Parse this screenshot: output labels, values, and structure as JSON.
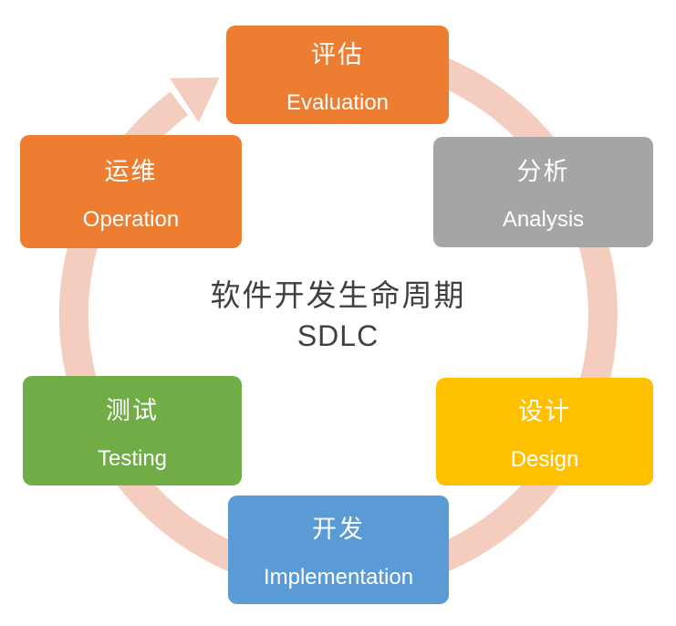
{
  "title": {
    "line1": "软件开发生命周期",
    "line2": "SDLC"
  },
  "colors": {
    "ring": "#F5CDBE",
    "title_text": "#404040",
    "orange": "#ED7D31",
    "gray": "#A5A5A5",
    "yellow": "#FFC000",
    "blue": "#5B9BD5",
    "green": "#70AD47"
  },
  "stages": [
    {
      "id": "evaluation",
      "zh": "评估",
      "en": "Evaluation",
      "color": "#ED7D31",
      "position": "top"
    },
    {
      "id": "analysis",
      "zh": "分析",
      "en": "Analysis",
      "color": "#A5A5A5",
      "position": "top-right"
    },
    {
      "id": "design",
      "zh": "设计",
      "en": "Design",
      "color": "#FFC000",
      "position": "bottom-right"
    },
    {
      "id": "implementation",
      "zh": "开发",
      "en": "Implementation",
      "color": "#5B9BD5",
      "position": "bottom"
    },
    {
      "id": "testing",
      "zh": "测试",
      "en": "Testing",
      "color": "#70AD47",
      "position": "bottom-left"
    },
    {
      "id": "operation",
      "zh": "运维",
      "en": "Operation",
      "color": "#ED7D31",
      "position": "top-left"
    }
  ]
}
